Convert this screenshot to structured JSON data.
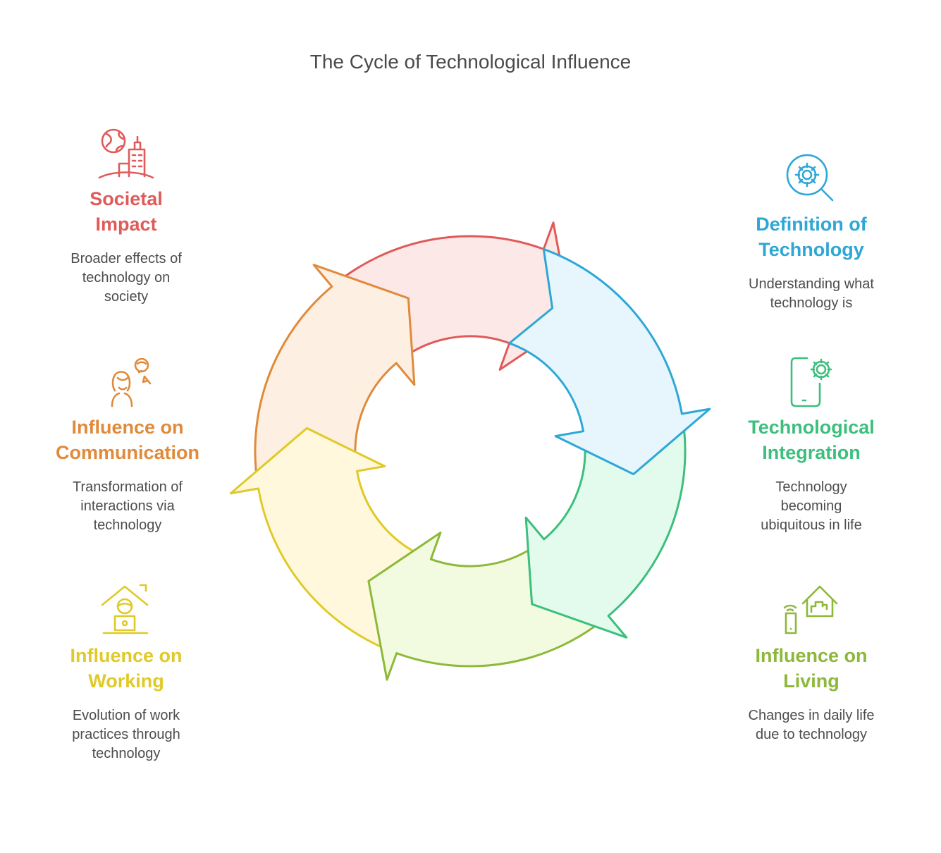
{
  "title": "The Cycle of Technological Influence",
  "stages": [
    {
      "id": "definition",
      "heading_l1": "Definition of",
      "heading_l2": "Technology",
      "desc_l1": "Understanding what",
      "desc_l2": "technology is",
      "desc_l3": "",
      "icon": "gear-magnifier-icon",
      "color": "#2ea7d6",
      "fill": "#e6f6fc"
    },
    {
      "id": "integration",
      "heading_l1": "Technological",
      "heading_l2": "Integration",
      "desc_l1": "Technology",
      "desc_l2": "becoming",
      "desc_l3": "ubiquitous in life",
      "icon": "phone-gear-icon",
      "color": "#3cbf7d",
      "fill": "#e3fbec"
    },
    {
      "id": "living",
      "heading_l1": "Influence on",
      "heading_l2": "Living",
      "desc_l1": "Changes in daily life",
      "desc_l2": "due to technology",
      "desc_l3": "",
      "icon": "smart-home-icon",
      "color": "#8db83a",
      "fill": "#f2fbdf"
    },
    {
      "id": "working",
      "heading_l1": "Influence on",
      "heading_l2": "Working",
      "desc_l1": "Evolution of work",
      "desc_l2": "practices through",
      "desc_l3": "technology",
      "icon": "remote-worker-icon",
      "color": "#e0c928",
      "fill": "#fff8dc"
    },
    {
      "id": "communication",
      "heading_l1": "Influence on",
      "heading_l2": "Communication",
      "desc_l1": "Transformation of",
      "desc_l2": "interactions via",
      "desc_l3": "technology",
      "icon": "people-chat-icon",
      "color": "#e08a3a",
      "fill": "#fdefe2"
    },
    {
      "id": "societal",
      "heading_l1": "Societal",
      "heading_l2": "Impact",
      "desc_l1": "Broader effects of",
      "desc_l2": "technology on",
      "desc_l3": "society",
      "icon": "globe-city-icon",
      "color": "#e05a5a",
      "fill": "#fde8e8"
    }
  ]
}
